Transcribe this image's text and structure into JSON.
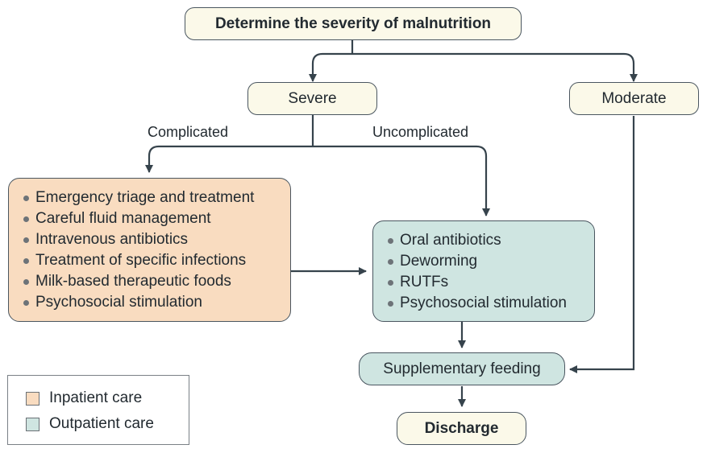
{
  "start": "Determine the severity of malnutrition",
  "severe": "Severe",
  "moderate": "Moderate",
  "complicated_label": "Complicated",
  "uncomplicated_label": "Uncomplicated",
  "inpatient_items": [
    "Emergency triage and treatment",
    "Careful fluid management",
    "Intravenous antibiotics",
    "Treatment of specific infections",
    "Milk-based therapeutic foods",
    "Psychosocial stimulation"
  ],
  "outpatient_items": [
    "Oral antibiotics",
    "Deworming",
    "RUTFs",
    "Psychosocial stimulation"
  ],
  "supplementary": "Supplementary feeding",
  "discharge": "Discharge",
  "legend": {
    "inpatient": "Inpatient care",
    "outpatient": "Outpatient care"
  },
  "colors": {
    "inpatient": "#f9dcc0",
    "outpatient": "#cfe5e1",
    "terminal": "#fbf9e9",
    "connector": "#36434c"
  }
}
